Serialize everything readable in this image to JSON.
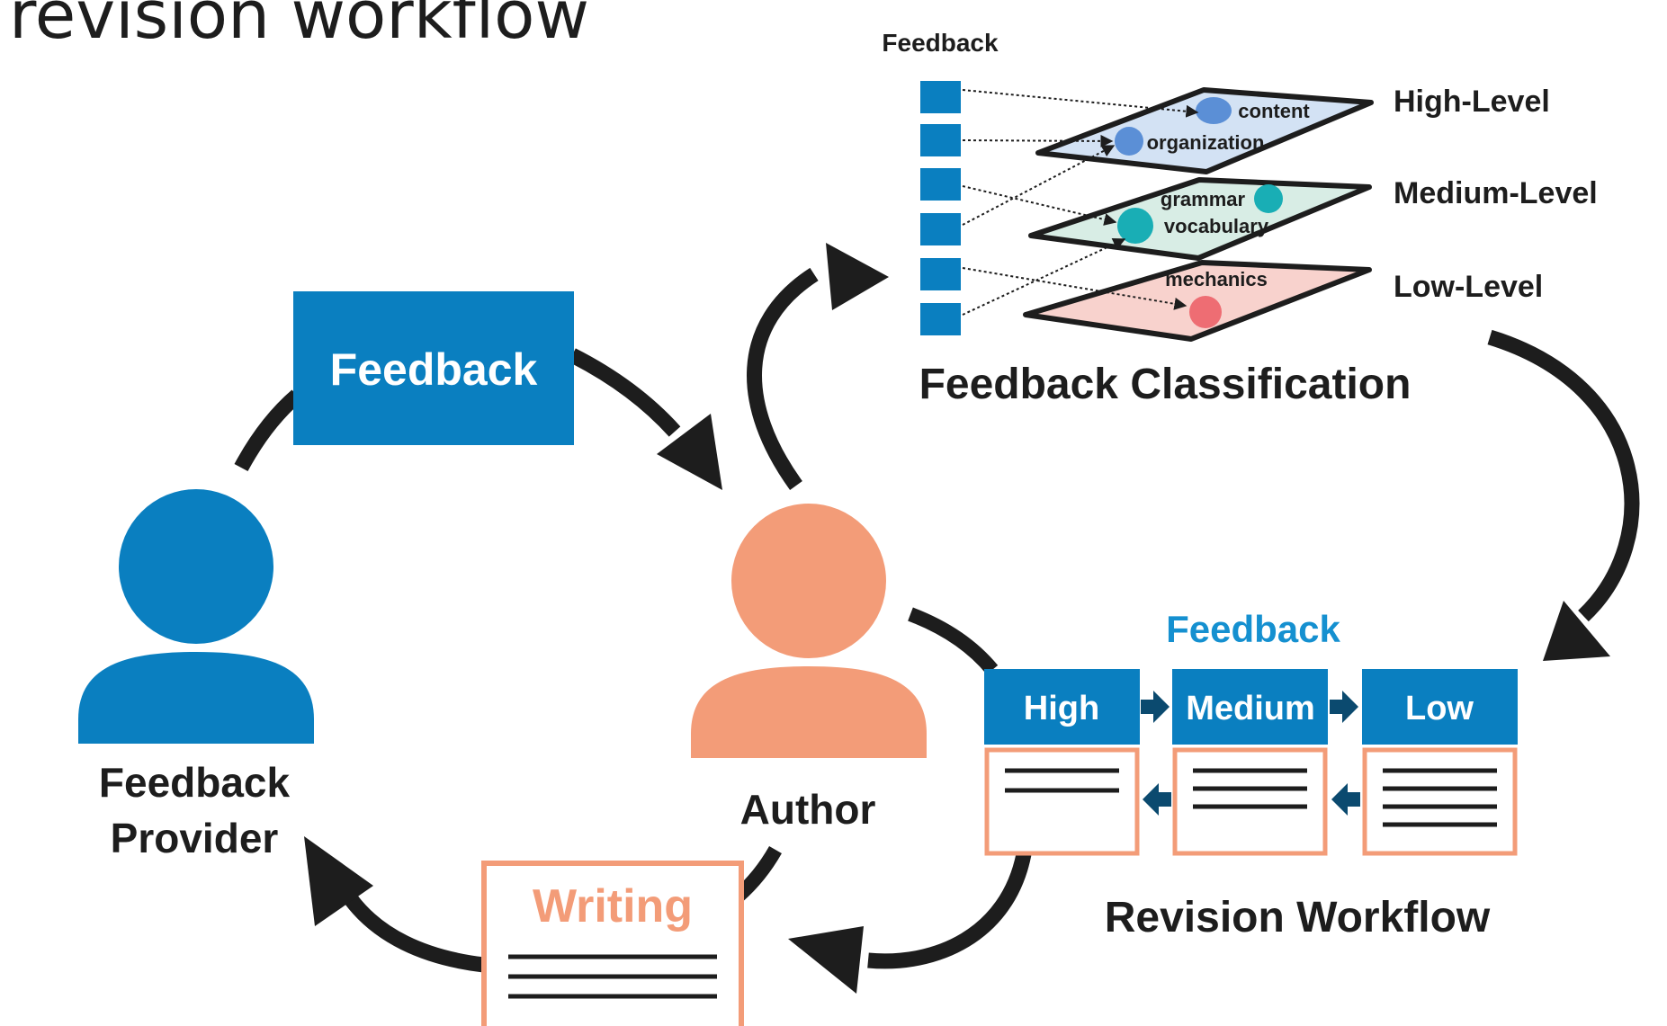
{
  "page_heading": "revision workflow",
  "cycle": {
    "feedback_box_label": "Feedback",
    "provider_label_line1": "Feedback",
    "provider_label_line2": "Provider",
    "author_label": "Author",
    "writing_box_label": "Writing"
  },
  "classification": {
    "feedback_column_label": "Feedback",
    "title": "Feedback Classification",
    "levels": [
      {
        "name": "High-Level",
        "items": [
          "content",
          "organization"
        ]
      },
      {
        "name": "Medium-Level",
        "items": [
          "grammar",
          "vocabulary"
        ]
      },
      {
        "name": "Low-Level",
        "items": [
          "mechanics"
        ]
      }
    ]
  },
  "revision": {
    "feedback_label": "Feedback",
    "stages": [
      "High",
      "Medium",
      "Low"
    ],
    "title": "Revision Workflow"
  },
  "colors": {
    "blue": "#0a7fc0",
    "orange": "#f39c78",
    "dark": "#1d1d1d",
    "high_plane": "#d3e2f4",
    "medium_plane": "#d8ede5",
    "low_plane": "#f8d2cd",
    "arrow_navy": "#0b4a6f",
    "dot_blue": "#5b8fd6",
    "dot_teal": "#19aeb5",
    "dot_red": "#ee6d73",
    "feedback_title_blue": "#1590d0"
  }
}
